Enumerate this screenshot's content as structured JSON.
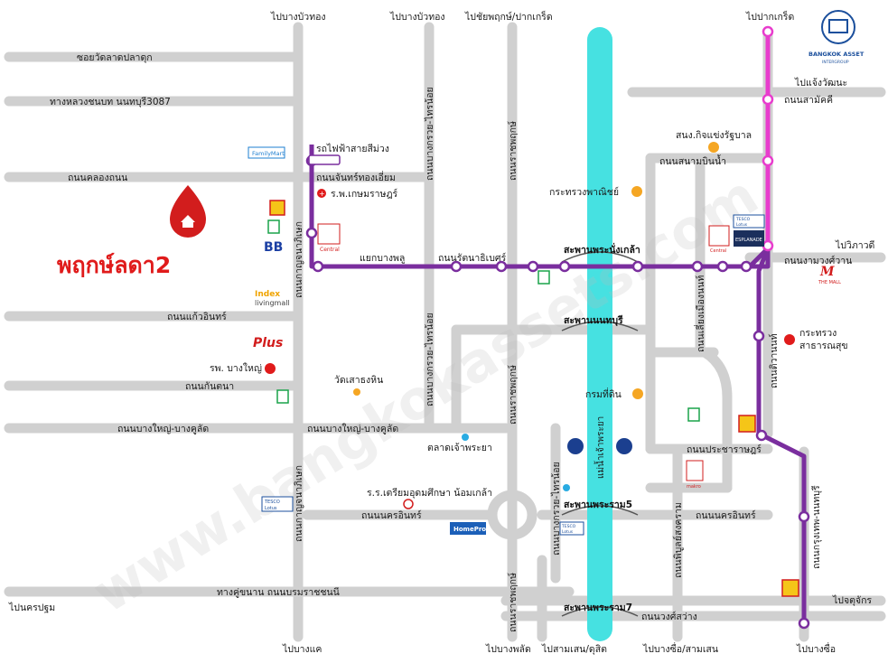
{
  "brand": {
    "name": "BANGKOK ASSET",
    "sub": "INTERGROUP"
  },
  "project": {
    "name": "พฤกษ์ลดา2"
  },
  "watermark": "www.bangkokassets.com",
  "river": {
    "name": "แม่น้ำเจ้าพระยา",
    "color": "#46e1e1"
  },
  "colors": {
    "road": "#d0d0d0",
    "purple_line": "#7a2e9e",
    "pink_line": "#e83ccd",
    "station": "#ffffff",
    "pin": "#d21d1d",
    "poi": "#f5a623"
  },
  "top_labels": {
    "bangbuathong_1": "ไปบางบัวทอง",
    "bangbuathong_2": "ไปบางบัวทอง",
    "chaiyaphruek": "ไปชัยพฤกษ์/ปากเกร็ด",
    "pakkret": "ไปปากเกร็ด"
  },
  "bottom_labels": {
    "bangkae": "ไปบางแค",
    "bangphlat": "ไปบางพลัด",
    "samsen": "ไปสามเสน/ดุสิต",
    "bangsue_samsen": "ไปบางซื่อ/สามเสน",
    "bangsue": "ไปบางซื่อ"
  },
  "side_labels": {
    "nakhonpathom": "ไปนครปฐม",
    "chaengwattana": "ไปแจ้งวัฒนะ",
    "viphavadi": "ไปวิภาวดี",
    "chatuchak": "ไปจตุจักร"
  },
  "roads": {
    "soi_wat_ladpladuk": "ซอยวัดลาดปลาดุก",
    "highway_3087": "ทางหลวงชนบท นนทบุรี3087",
    "khlong_thanon": "ถนนคลองถนน",
    "kaew_in": "ถนนแก้วอินทร์",
    "kanchana": "ถนนกันตนา",
    "bangyai_bangkruai": "ถนนบางใหญ่-บางคูลัด",
    "bangyai_bangkruai_2": "ถนนบางใหญ่-บางคูลัด",
    "nakhon_in": "ถนนนครอินทร์",
    "nakhon_in_2": "ถนนนครอินทร์",
    "ratchapruek_1": "ถนนราชพฤกษ์",
    "ratchapruek_2": "ถนนราชพฤกษ์",
    "ratchapruek_3": "ถนนราชพฤกษ์",
    "bangkruai_sainoi_1": "ถนนบางกรวย-ไทรน้อย",
    "bangkruai_sainoi_2": "ถนนบางกรวย-ไทรน้อย",
    "bangkruai_sainoi_3": "ถนนบางกรวย-ไทรน้อย",
    "kanchanaphisek_1": "ถนนกาญจนาภิเษก",
    "kanchanaphisek_2": "ถนนกาญจนาภิเษก",
    "chan_thongiam": "ถนนจันทร์ทองเอี่ยม",
    "rattanathibet": "ถนนรัตนาธิเบศร์",
    "bang_phlu": "แยกบางพลู",
    "sanambinnam": "ถนนสนามบินน้ำ",
    "samakkhi": "ถนนสามัคคี",
    "ngamwongwan": "ถนนงามวงศ์วาน",
    "tiwanon": "ถนนติวานนท์",
    "liang_muang": "ถนนเลี่ยงเมืองนนท์",
    "pracharat": "ถนนประชาราษฎร์",
    "pibulsongkram": "ถนนพิบูลย์สงคราม",
    "krung_non": "ถนนกรุงเทพ-นนทบุรี",
    "wongsawang": "ถนนวงศ์สว่าง",
    "kanchana_borom": "ทางคู่ขนาน ถนนบรมราชชนนี"
  },
  "bridges": {
    "phranangklao": "สะพานพระนั่งเกล้า",
    "nonthaburi": "สะพานนนทบุรี",
    "rama5": "สะพานพระราม5",
    "rama7": "สะพานพระราม7"
  },
  "places": {
    "purple_line": "รถไฟฟ้าสายสีม่วง",
    "kasemrad": "ร.พ.เกษมราษฎร์",
    "family_mart": "FamilyMart",
    "central": "Central",
    "index": "Index",
    "index_sub": "livingmall",
    "bangyai_hospital": "รพ. บางใหญ่",
    "wat_saothonghin": "วัดเสาธงหิน",
    "talad_chaophraya": "ตลาดเจ้าพระยา",
    "rama5_school": "ร.ร.เตรียมอุดมศึกษา น้อมเกล้า",
    "homepro": "HomePro",
    "tesco": "TESCO",
    "lotus": "Lotus",
    "commerce_ministry": "กระทรวงพาณิชย์",
    "land_dept": "กรมที่ดิน",
    "election": "สนง.กิจแข่งรัฐบาล",
    "public_health_1": "กระทรวง",
    "public_health_2": "สาธารณสุข",
    "esplanade": "ESPLANADE",
    "the_mall": "THE MALL",
    "bb": "BB",
    "plus_mall": "Plus",
    "central_2": "Central",
    "tesco_2": "TESCO",
    "lotus_2": "Lotus",
    "tesco_3": "TESCO",
    "lotus_3": "Lotus",
    "makro": "makro"
  }
}
